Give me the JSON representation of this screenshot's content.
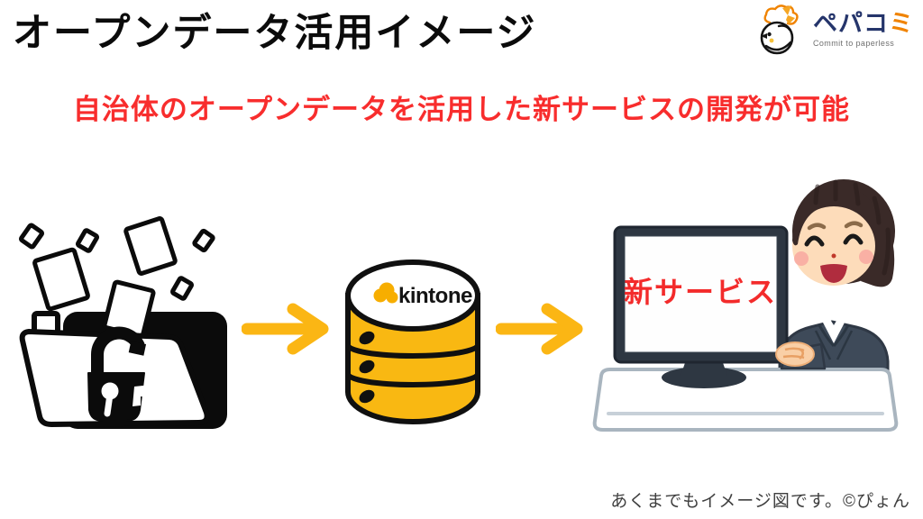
{
  "header": {
    "title": "オープンデータ活用イメージ",
    "logo": {
      "name_main": "ペパコ",
      "name_accent": "ミ",
      "tagline": "Commit to paperless"
    }
  },
  "subtitle": "自治体のオープンデータを活用した新サービスの開発が可能",
  "diagram": {
    "kintone_label": "kintone",
    "screen_label": "新サービス",
    "icons": {
      "source": "open-data-folder-icon",
      "flow": "right-arrow-icon",
      "database": "kintone-database-cylinder-icon",
      "result": "woman-presenting-new-service-on-monitor",
      "logo": "pepacomi-bird-icon"
    },
    "colors": {
      "cylinder_yellow": "#F9B812",
      "arrow_yellow": "#FBB614",
      "accent_red": "#F62B2B",
      "logo_navy": "#25356B",
      "logo_orange": "#F08300",
      "suit_gray": "#3E4A59"
    }
  },
  "footer": {
    "caption": "あくまでもイメージ図です。©ぴょん"
  }
}
